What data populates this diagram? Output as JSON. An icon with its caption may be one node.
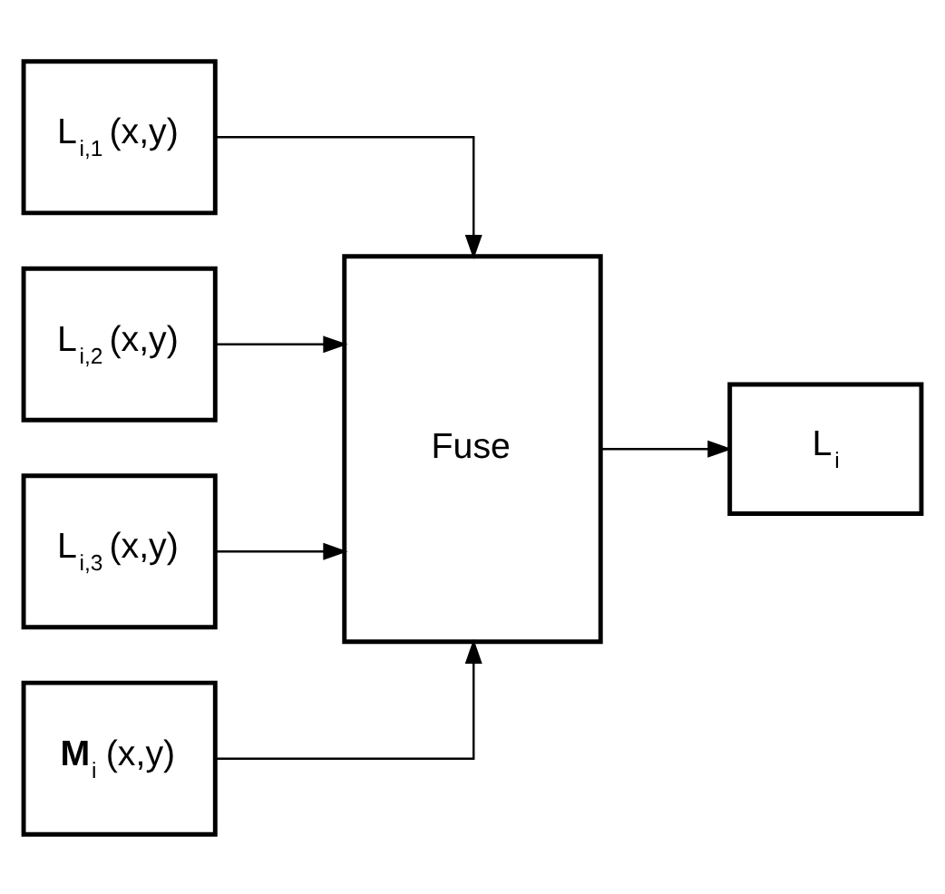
{
  "diagram": {
    "nodes": [
      {
        "text": [
          "L$_{i,1}$ (x,y)"
        ]
      },
      {
        "text": [
          "L$_{i,2}$ (x,y)"
        ]
      },
      {
        "text": [
          "L$_{i,3}$ (x,y)"
        ]
      },
      {
        "text": [
          "**M**$_{i}$ (x,y)"
        ]
      },
      {
        "text": [
          "Fuse"
        ]
      },
      {
        "text": [
          "L$_{i}$"
        ]
      }
    ],
    "edges": [
      {
        "from": 0,
        "to": 4,
        "arrow": "to"
      },
      {
        "from": 1,
        "to": 4,
        "arrow": "to"
      },
      {
        "from": 2,
        "to": 4,
        "arrow": "to"
      },
      {
        "from": 3,
        "to": 4,
        "arrow": "to"
      },
      {
        "from": 4,
        "to": 5,
        "arrow": "to"
      }
    ]
  }
}
